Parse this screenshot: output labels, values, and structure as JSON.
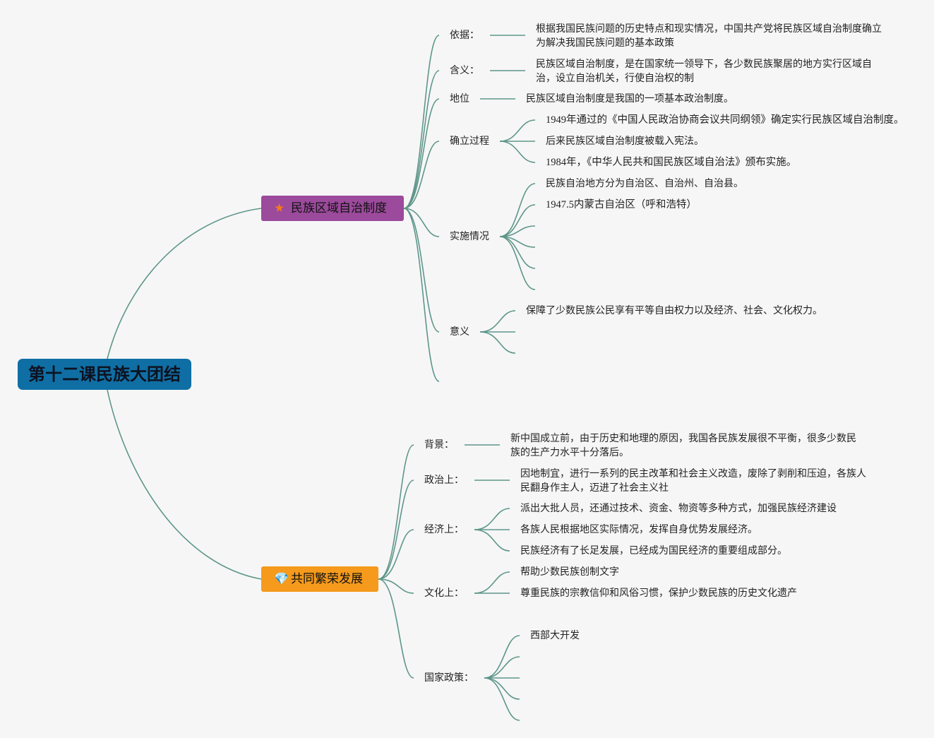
{
  "root": {
    "label": "第十二课民族大团结"
  },
  "topics": [
    {
      "label": "民族区域自治制度",
      "icon": "star-icon",
      "color": "#9b4a9c",
      "subtopics": [
        {
          "label": "依据：",
          "leaves": [
            "根据我国民族问题的历史特点和现实情况，中国共产党将民族区域自治制度确立为解决我国民族问题的基本政策"
          ]
        },
        {
          "label": "含义：",
          "leaves": [
            "民族区域自治制度，是在国家统一领导下，各少数民族聚居的地方实行区域自治，设立自治机关，行使自治权的制"
          ]
        },
        {
          "label": "地位",
          "leaves": [
            "民族区域自治制度是我国的一项基本政治制度。"
          ]
        },
        {
          "label": "确立过程",
          "leaves": [
            "1949年通过的《中国人民政治协商会议共同纲领》确定实行民族区域自治制度。",
            "后来民族区域自治制度被载入宪法。",
            "1984年，《中华人民共和国民族区域自治法》颁布实施。"
          ]
        },
        {
          "label": "实施情况",
          "leaves": [
            "民族自治地方分为自治区、自治州、自治县。",
            "1947.5内蒙古自治区（呼和浩特）",
            "",
            "",
            "",
            ""
          ]
        },
        {
          "label": "意义",
          "leaves": [
            "保障了少数民族公民享有平等自由权力以及经济、社会、文化权力。",
            "",
            ""
          ]
        },
        {
          "label": "",
          "leaves": []
        }
      ]
    },
    {
      "label": "共同繁荣发展",
      "icon": "diamond-icon",
      "color": "#f59a1c",
      "subtopics": [
        {
          "label": "背景：",
          "leaves": [
            "新中国成立前，由于历史和地理的原因，我国各民族发展很不平衡，很多少数民族的生产力水平十分落后。"
          ]
        },
        {
          "label": "政治上：",
          "leaves": [
            "因地制宜，进行一系列的民主改革和社会主义改造，废除了剥削和压迫，各族人民翻身作主人，迈进了社会主义社"
          ]
        },
        {
          "label": "经济上：",
          "leaves": [
            "派出大批人员，还通过技术、资金、物资等多种方式，加强民族经济建设",
            "各族人民根据地区实际情况，发挥自身优势发展经济。",
            "民族经济有了长足发展，已经成为国民经济的重要组成部分。"
          ]
        },
        {
          "label": "文化上：",
          "leaves": [
            "帮助少数民族创制文字",
            "尊重民族的宗教信仰和风俗习惯，保护少数民族的历史文化遗产"
          ]
        },
        {
          "label": "国家政策：",
          "leaves": [
            "西部大开发",
            "",
            "",
            "",
            ""
          ]
        }
      ]
    }
  ],
  "colors": {
    "background": "#f6f6f7",
    "link": "#5e9689",
    "root": "#0f6fa5"
  }
}
